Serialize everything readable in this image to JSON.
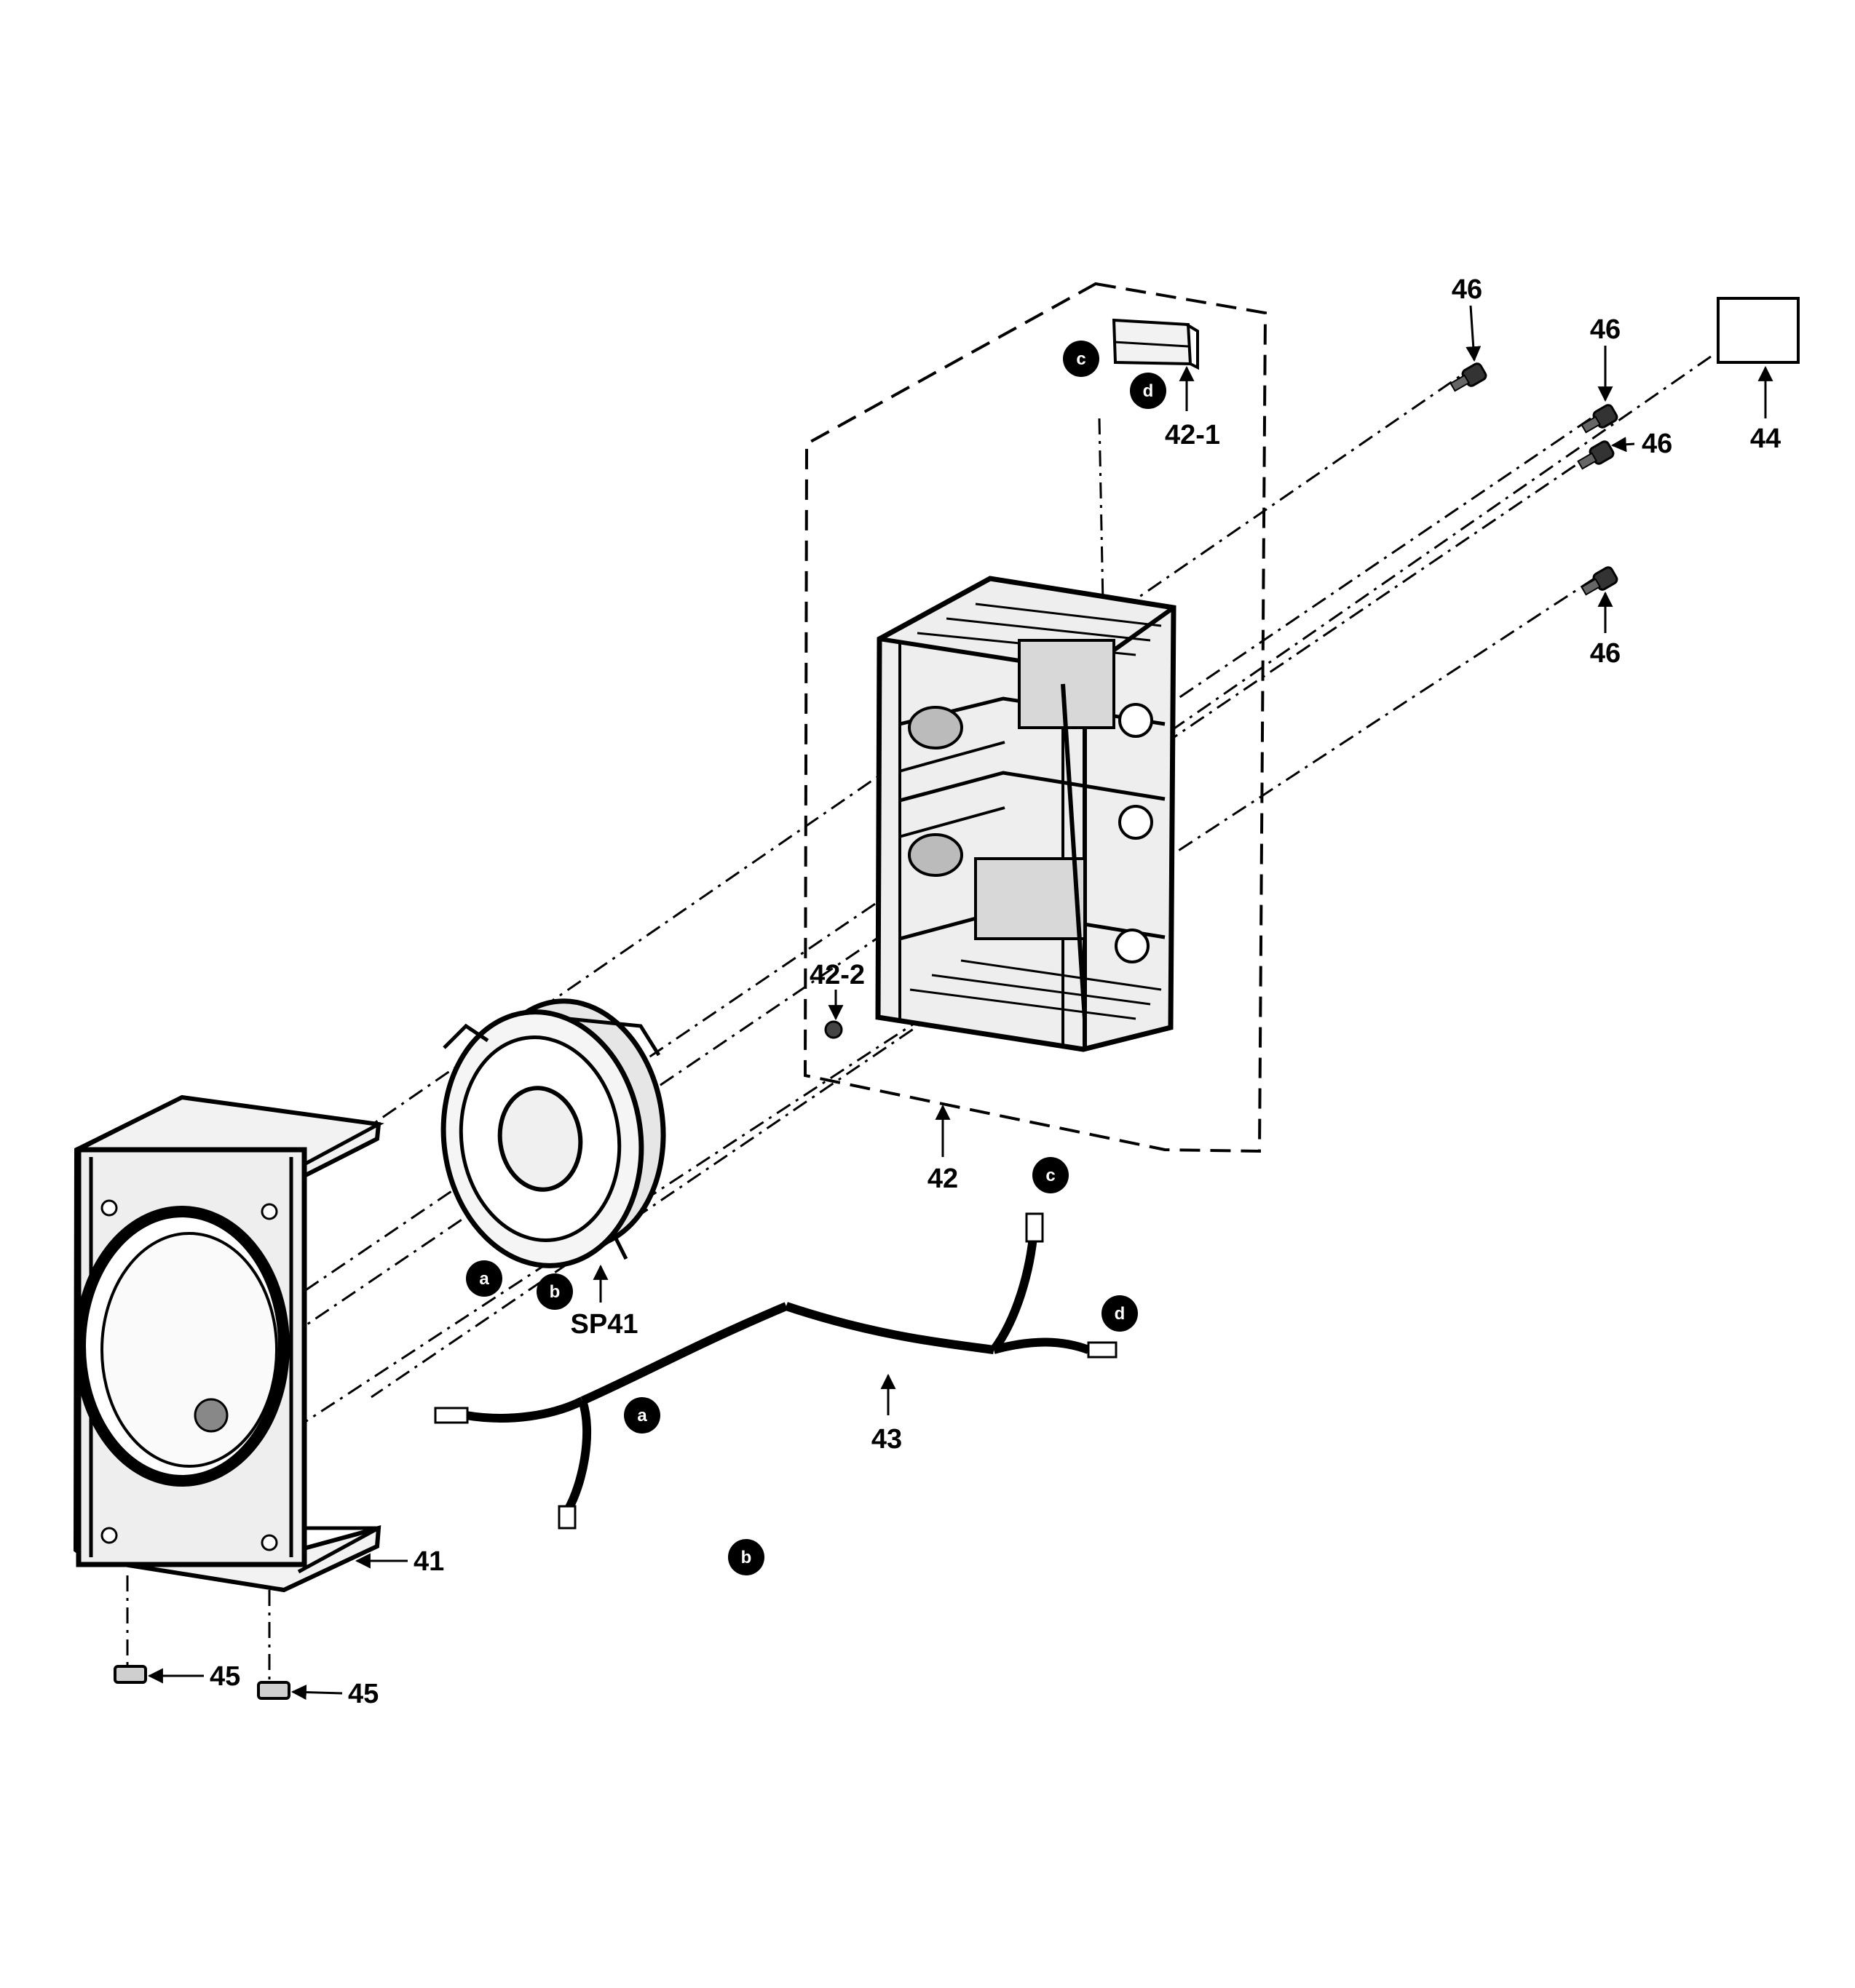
{
  "callouts": {
    "c41": "41",
    "c42": "42",
    "c42_1": "42-1",
    "c42_2": "42-2",
    "c43": "43",
    "c44": "44",
    "c45a": "45",
    "c45b": "45",
    "c46a": "46",
    "c46b": "46",
    "c46c": "46",
    "c46d": "46",
    "sp41": "SP41"
  },
  "connectors": {
    "a1": "a",
    "b1": "b",
    "c1": "c",
    "d1": "d",
    "a2": "a",
    "b2": "b",
    "c2": "c",
    "d2": "d"
  }
}
